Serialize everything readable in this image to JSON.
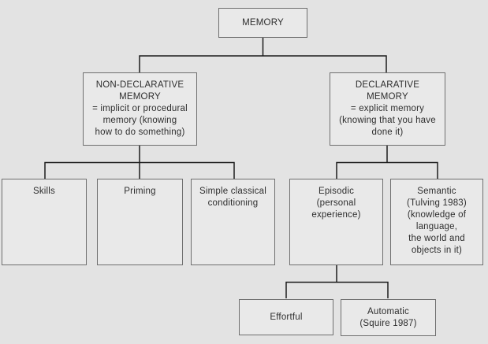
{
  "diagram": {
    "nodes": {
      "memory": {
        "text": "MEMORY"
      },
      "nondeclarative_memory": {
        "text": "NON-DECLARATIVE\nMEMORY\n= implicit or procedural\nmemory (knowing\nhow to do something)"
      },
      "declarative_memory": {
        "text": "DECLARATIVE\nMEMORY\n= explicit memory\n(knowing that you have\ndone it)"
      },
      "skills": {
        "text": "Skills"
      },
      "priming": {
        "text": "Priming"
      },
      "simple_classical_conditioning": {
        "text": "Simple classical\nconditioning"
      },
      "episodic": {
        "text": "Episodic\n(personal\nexperience)"
      },
      "semantic": {
        "text": "Semantic\n(Tulving 1983)\n(knowledge of\nlanguage,\nthe world and\nobjects in it)"
      },
      "effortful": {
        "text": "Effortful"
      },
      "automatic": {
        "text": "Automatic\n(Squire 1987)"
      }
    },
    "edges": [
      {
        "from": "memory",
        "to": "nondeclarative_memory"
      },
      {
        "from": "memory",
        "to": "declarative_memory"
      },
      {
        "from": "nondeclarative_memory",
        "to": "skills"
      },
      {
        "from": "nondeclarative_memory",
        "to": "priming"
      },
      {
        "from": "nondeclarative_memory",
        "to": "simple_classical_conditioning"
      },
      {
        "from": "declarative_memory",
        "to": "episodic"
      },
      {
        "from": "declarative_memory",
        "to": "semantic"
      },
      {
        "from": "episodic",
        "to": "effortful"
      },
      {
        "from": "episodic",
        "to": "automatic"
      }
    ],
    "colors": {
      "background": "#e3e3e3",
      "box_fill": "#e9e9e9",
      "box_border": "#6f6f6f",
      "connector": "#1c1c1c",
      "text": "#2e2e2e"
    }
  }
}
